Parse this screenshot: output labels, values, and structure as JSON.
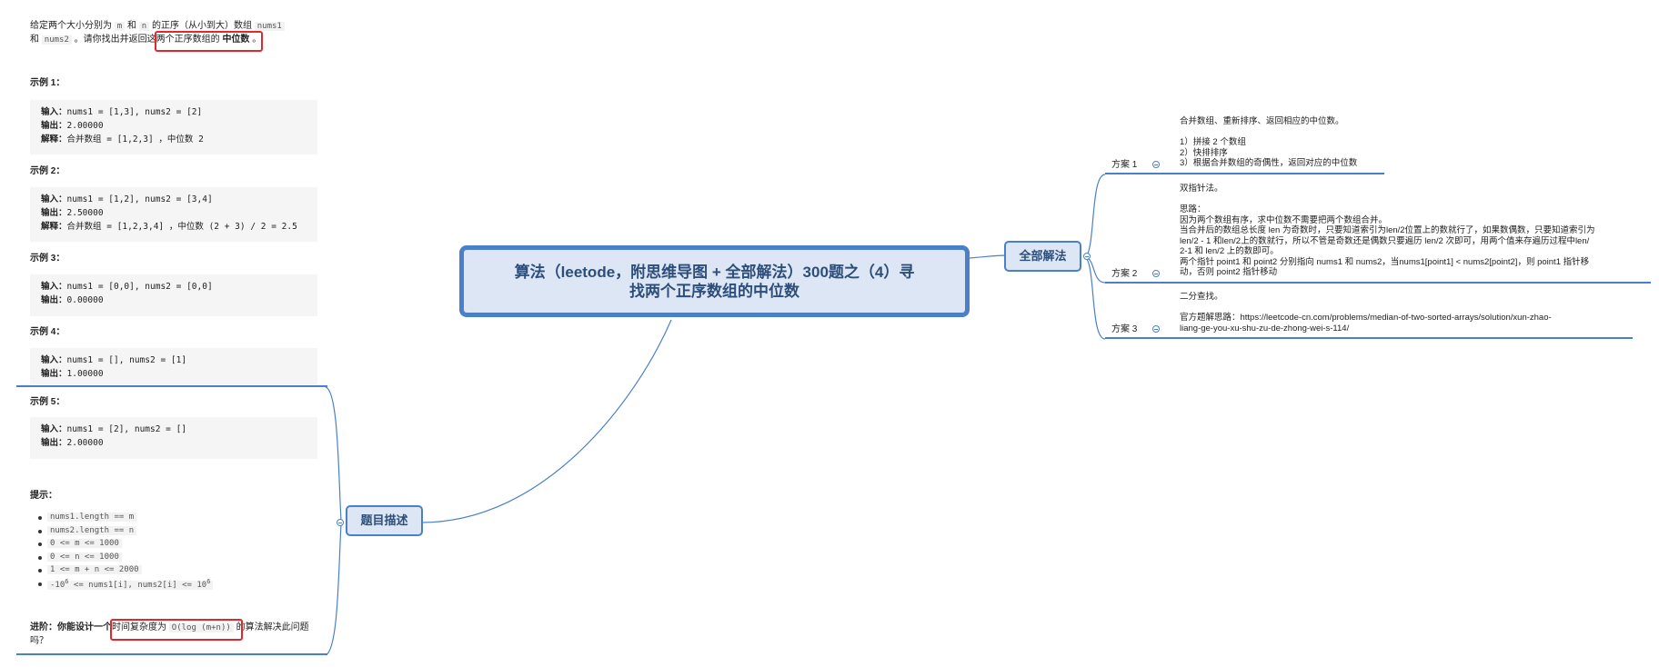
{
  "central_topic": {
    "line1": "算法（leetode，附思维导图 + 全部解法）300题之（4）寻",
    "line2": "找两个正序数组的中位数"
  },
  "description_node": {
    "label": "题目描述"
  },
  "solutions_node": {
    "label": "全部解法"
  },
  "problem": {
    "intro_prefix": "给定两个大小分别为",
    "var_m": "m",
    "and": "和",
    "var_n": "n",
    "intro_mid": "的正序（从小到大）数组",
    "nums1": "nums1",
    "line2_and": "和",
    "nums2": "nums2",
    "line2_text": "。请你找出并返回这",
    "line2_highlight": "两个正序数组的",
    "line2_bold": "中位数",
    "line2_end": "。"
  },
  "examples": [
    {
      "title": "示例 1：",
      "lines": [
        {
          "label": "输入：",
          "text": "nums1 = [1,3], nums2 = [2]"
        },
        {
          "label": "输出：",
          "text": "2.00000"
        },
        {
          "label": "解释：",
          "text": "合并数组 = [1,2,3] ，中位数 2"
        }
      ]
    },
    {
      "title": "示例 2：",
      "lines": [
        {
          "label": "输入：",
          "text": "nums1 = [1,2], nums2 = [3,4]"
        },
        {
          "label": "输出：",
          "text": "2.50000"
        },
        {
          "label": "解释：",
          "text": "合并数组 = [1,2,3,4] ，中位数 (2 + 3) / 2 = 2.5"
        }
      ]
    },
    {
      "title": "示例 3：",
      "lines": [
        {
          "label": "输入：",
          "text": "nums1 = [0,0], nums2 = [0,0]"
        },
        {
          "label": "输出：",
          "text": "0.00000"
        }
      ]
    },
    {
      "title": "示例 4：",
      "lines": [
        {
          "label": "输入：",
          "text": "nums1 = [], nums2 = [1]"
        },
        {
          "label": "输出：",
          "text": "1.00000"
        }
      ]
    },
    {
      "title": "示例 5：",
      "lines": [
        {
          "label": "输入：",
          "text": "nums1 = [2], nums2 = []"
        },
        {
          "label": "输出：",
          "text": "2.00000"
        }
      ]
    }
  ],
  "hints": {
    "title": "提示：",
    "items": [
      "nums1.length == m",
      "nums2.length == n",
      "0 <= m <= 1000",
      "0 <= n <= 1000",
      "1 <= m + n <= 2000"
    ],
    "last_item": {
      "neg": "-10",
      "exp1": "6",
      "mid": " <= nums1[i], nums2[i] <= 10",
      "exp2": "6"
    }
  },
  "advanced": {
    "prefix": "进阶：你能设计一个",
    "highlight": "时间复杂度为",
    "code": "O(log (m+n))",
    "suffix": "的算法解决此问题",
    "line2": "吗？"
  },
  "solutions": [
    {
      "label": "方案 1",
      "lines": [
        "合并数组、重新排序、返回相应的中位数。",
        "",
        "1）拼接 2 个数组",
        "2）快排排序",
        "3）根据合并数组的奇偶性，返回对应的中位数"
      ]
    },
    {
      "label": "方案 2",
      "lines": [
        "双指针法。",
        "",
        "思路：",
        "因为两个数组有序，求中位数不需要把两个数组合并。",
        "当合并后的数组总长度 len 为奇数时，只要知道索引为len/2位置上的数就行了，如果数偶数，只要知道索引为",
        "len/2 - 1 和len/2上的数就行，所以不管是奇数还是偶数只要遍历 len/2 次即可，用两个值来存遍历过程中len/",
        "2-1 和 len/2 上的数即可。",
        "两个指针 point1 和 point2 分别指向 nums1 和 nums2，当nums1[point1] < nums2[point2]，则 point1 指针移",
        "动，否则 point2 指针移动"
      ]
    },
    {
      "label": "方案 3",
      "lines": [
        "二分查找。",
        "",
        "官方题解思路：https://leetcode-cn.com/problems/median-of-two-sorted-arrays/solution/xun-zhao-",
        "liang-ge-you-xu-shu-zu-de-zhong-wei-s-114/"
      ]
    }
  ],
  "colors": {
    "branch": "#4a80c8",
    "node_fill": "#dce6f4",
    "node_text": "#2d4e7a",
    "highlight_border": "#e0282e",
    "code_bg": "#f5f5f5"
  }
}
